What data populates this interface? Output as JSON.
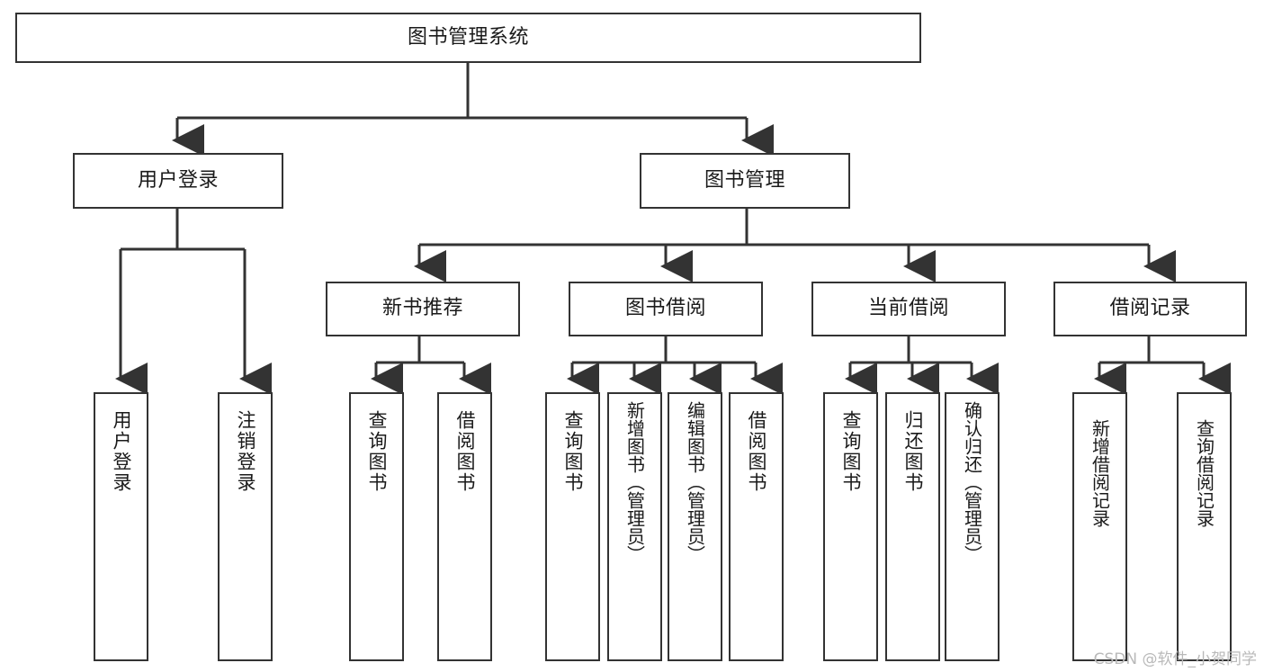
{
  "diagram": {
    "title": "图书管理系统",
    "type": "tree-hierarchy",
    "root": {
      "id": "root",
      "label": "图书管理系统"
    },
    "level2": [
      {
        "id": "user-login",
        "label": "用户登录"
      },
      {
        "id": "book-management",
        "label": "图书管理"
      }
    ],
    "level3": [
      {
        "id": "new-book-recommend",
        "label": "新书推荐",
        "parent": "book-management"
      },
      {
        "id": "book-borrow",
        "label": "图书借阅",
        "parent": "book-management"
      },
      {
        "id": "current-borrow",
        "label": "当前借阅",
        "parent": "book-management"
      },
      {
        "id": "borrow-record",
        "label": "借阅记录",
        "parent": "book-management"
      }
    ],
    "leaves": {
      "user-login": [
        {
          "id": "leaf-user-login",
          "label": "用户登录"
        },
        {
          "id": "leaf-logout-login",
          "label": "注销登录"
        }
      ],
      "new-book-recommend": [
        {
          "id": "leaf-query-book-1",
          "label": "查询图书"
        },
        {
          "id": "leaf-borrow-book-1",
          "label": "借阅图书"
        }
      ],
      "book-borrow": [
        {
          "id": "leaf-query-book-2",
          "label": "查询图书"
        },
        {
          "id": "leaf-add-book-admin",
          "label": "新增图书（管理员）"
        },
        {
          "id": "leaf-edit-book-admin",
          "label": "编辑图书（管理员）"
        },
        {
          "id": "leaf-borrow-book-2",
          "label": "借阅图书"
        }
      ],
      "current-borrow": [
        {
          "id": "leaf-query-book-3",
          "label": "查询图书"
        },
        {
          "id": "leaf-return-book",
          "label": "归还图书"
        },
        {
          "id": "leaf-confirm-return-admin",
          "label": "确认归还（管理员）"
        }
      ],
      "borrow-record": [
        {
          "id": "leaf-add-borrow-record",
          "label": "新增借阅记录"
        },
        {
          "id": "leaf-query-borrow-record",
          "label": "查询借阅记录"
        }
      ]
    }
  },
  "watermark": {
    "text": "CSDN @软件_小贺同学"
  },
  "colors": {
    "box_border": "#333333",
    "box_fill": "#ffffff",
    "connector": "#333333",
    "text": "#1a1a1a",
    "watermark": "#b9b9b9",
    "background": "#ffffff"
  }
}
